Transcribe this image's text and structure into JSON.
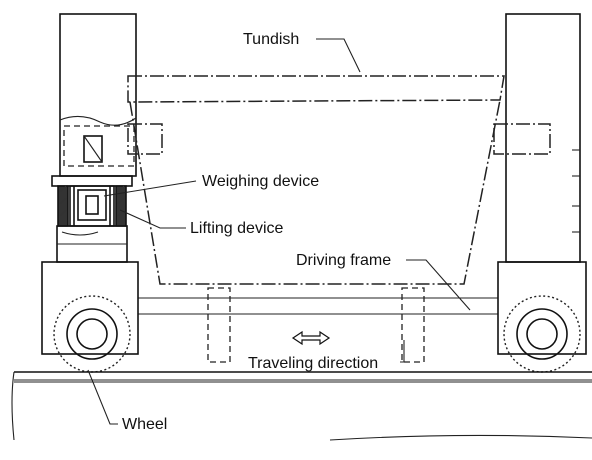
{
  "labels": {
    "tundish": "Tundish",
    "weighing_device": "Weighing device",
    "lifting_device": "Lifting device",
    "driving_frame": "Driving frame",
    "traveling_direction": "Traveling direction",
    "wheel": "Wheel"
  },
  "icons": {
    "direction_arrow": "double-headed-arrow-icon"
  }
}
